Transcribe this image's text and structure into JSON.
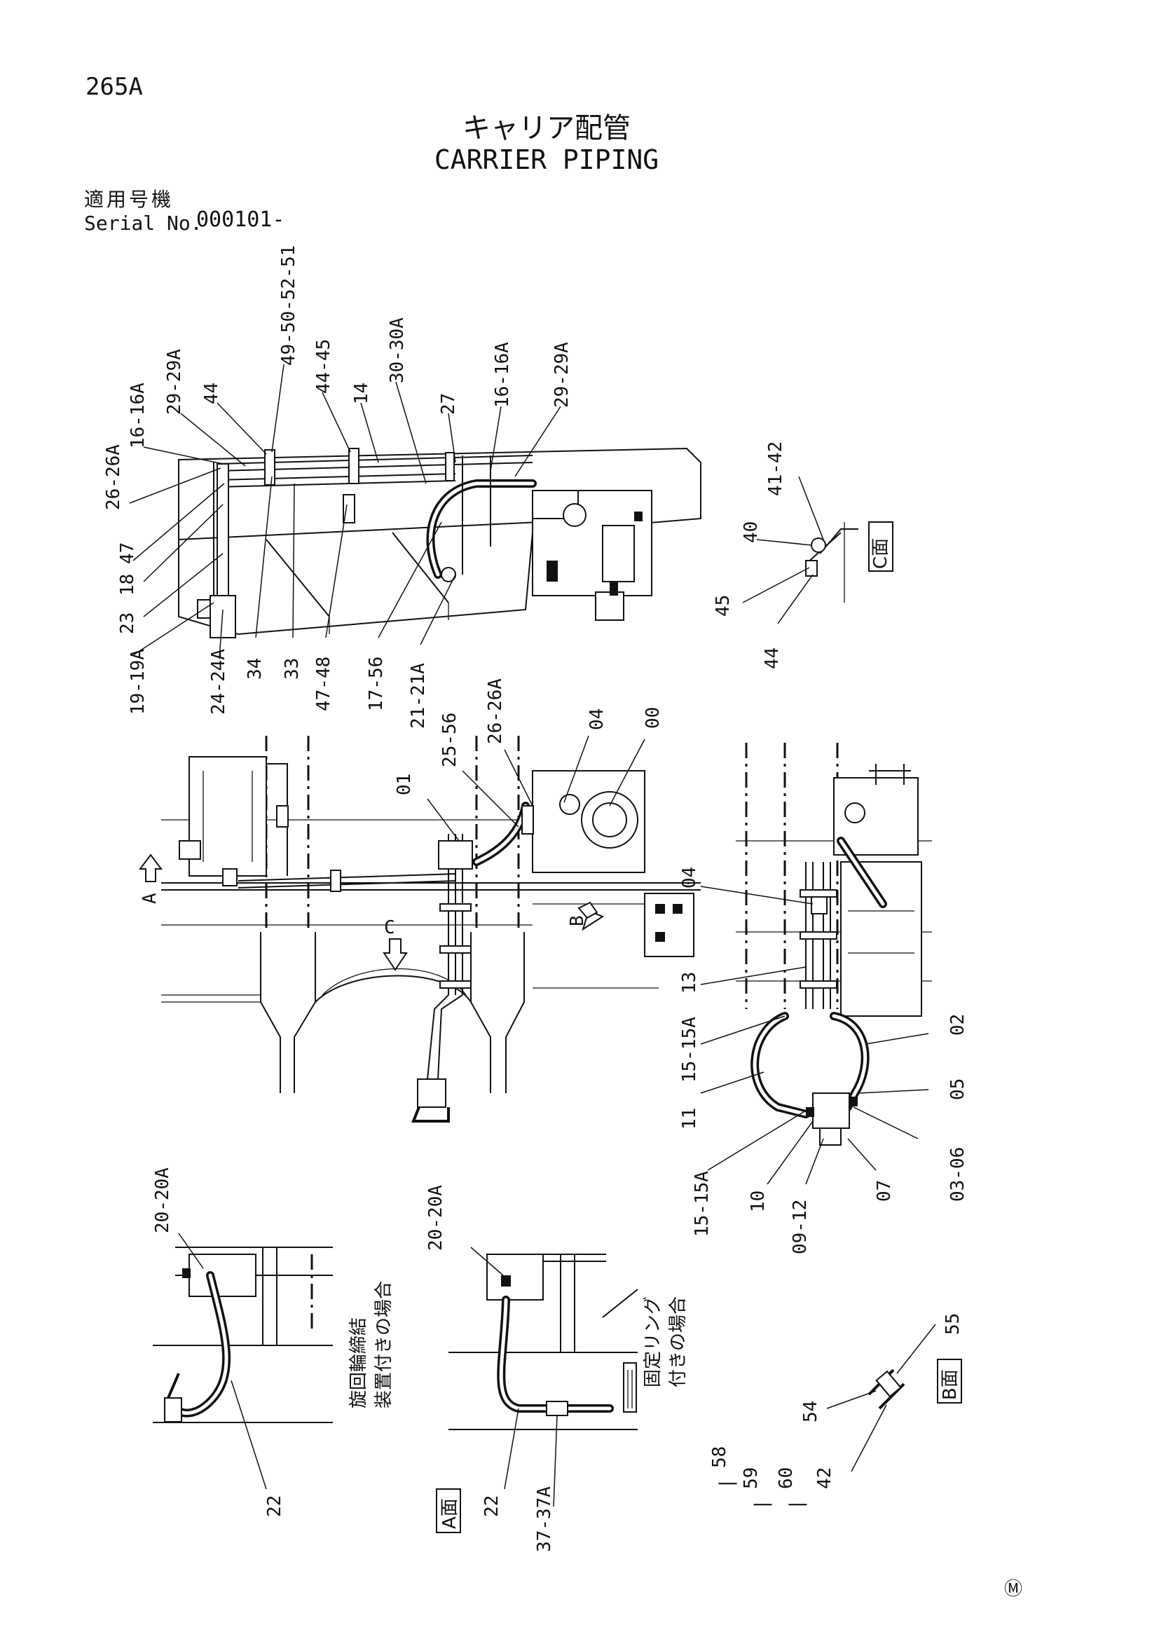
{
  "header": {
    "page_number": "265A",
    "title_jp": "キャリア配管",
    "title_en": "CARRIER PIPING",
    "serial_label_jp": "適用号機",
    "serial_label_en": "Serial No.",
    "serial_value": "000101-"
  },
  "views": {
    "view_c": "C面",
    "view_b": "B面",
    "view_a": "A面",
    "arrow_a": "A",
    "arrow_b": "B",
    "arrow_c": "C"
  },
  "notes": {
    "swing_bearing_line1": "旋回輪締結",
    "swing_bearing_line2": "装置付きの場合",
    "fixed_ring_line1": "固定リング",
    "fixed_ring_line2": "付きの場合"
  },
  "labels": {
    "top": [
      "26-26A",
      "16-16A",
      "29-29A",
      "44",
      "49-50-52-51",
      "44-45",
      "14",
      "30-30A",
      "27",
      "16-16A",
      "29-29A"
    ],
    "left": [
      "47",
      "18",
      "23",
      "19-19A",
      "24-24A",
      "34",
      "33",
      "47-48",
      "17-56",
      "21-21A"
    ],
    "view_c": [
      "41-42",
      "40",
      "45",
      "44"
    ],
    "center": [
      "26-26A",
      "25-56",
      "01",
      "04",
      "00"
    ],
    "right": [
      "04",
      "13",
      "15-15A",
      "11",
      "02",
      "05",
      "03-06",
      "07",
      "09-12",
      "10",
      "15-15A"
    ],
    "view_a_left": [
      "20-20A",
      "22"
    ],
    "view_a_right": [
      "20-20A",
      "22",
      "37-37A"
    ],
    "view_b": [
      "55",
      "54",
      "58",
      "59",
      "60",
      "42"
    ],
    "dash": "|"
  },
  "footer": {
    "mark": "Ⓜ"
  }
}
